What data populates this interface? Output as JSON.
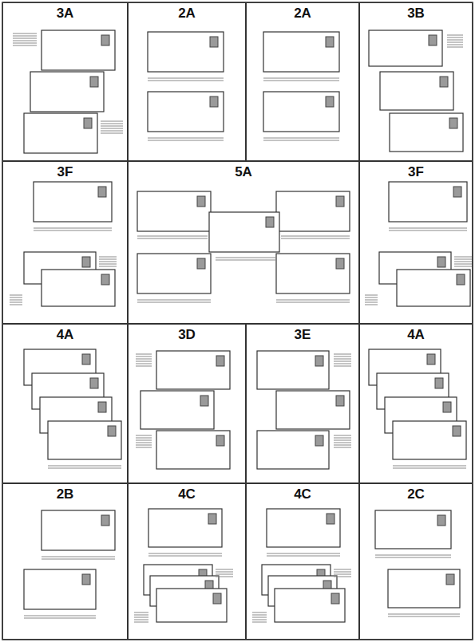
{
  "diagram": {
    "nodes": [
      {
        "text": [
          "3A"
        ]
      },
      {
        "text": [
          "2A"
        ]
      },
      {
        "text": [
          "2A"
        ]
      },
      {
        "text": [
          "3B"
        ]
      },
      {
        "text": [
          "3F"
        ]
      },
      {
        "text": [
          "5A"
        ]
      },
      {
        "text": [
          "3F"
        ]
      },
      {
        "text": [
          "4A"
        ]
      },
      {
        "text": [
          "3D"
        ]
      },
      {
        "text": [
          "3E"
        ]
      },
      {
        "text": [
          "4A"
        ]
      },
      {
        "text": [
          "2B"
        ]
      },
      {
        "text": [
          "4C"
        ]
      },
      {
        "text": [
          "4C"
        ]
      },
      {
        "text": [
          "2C"
        ]
      }
    ]
  }
}
